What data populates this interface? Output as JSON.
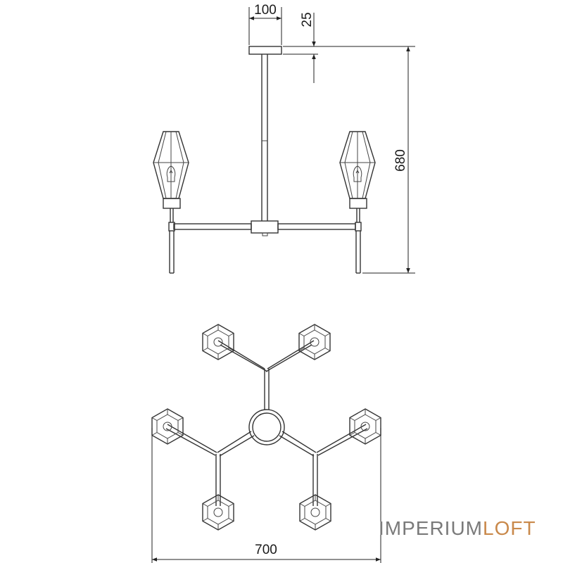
{
  "dimensions": {
    "canopy_width": "100",
    "canopy_height": "25",
    "total_height": "680",
    "total_width": "700"
  },
  "brand": {
    "part1": "IMPERIUM",
    "part2": "LOFT",
    "color_gray": "#7a7a7a",
    "color_orange": "#c9894b"
  },
  "drawing": {
    "views": [
      "side-elevation",
      "top-plan"
    ],
    "lamp_count": 6,
    "shade_shape": "hexagonal-faceted"
  }
}
